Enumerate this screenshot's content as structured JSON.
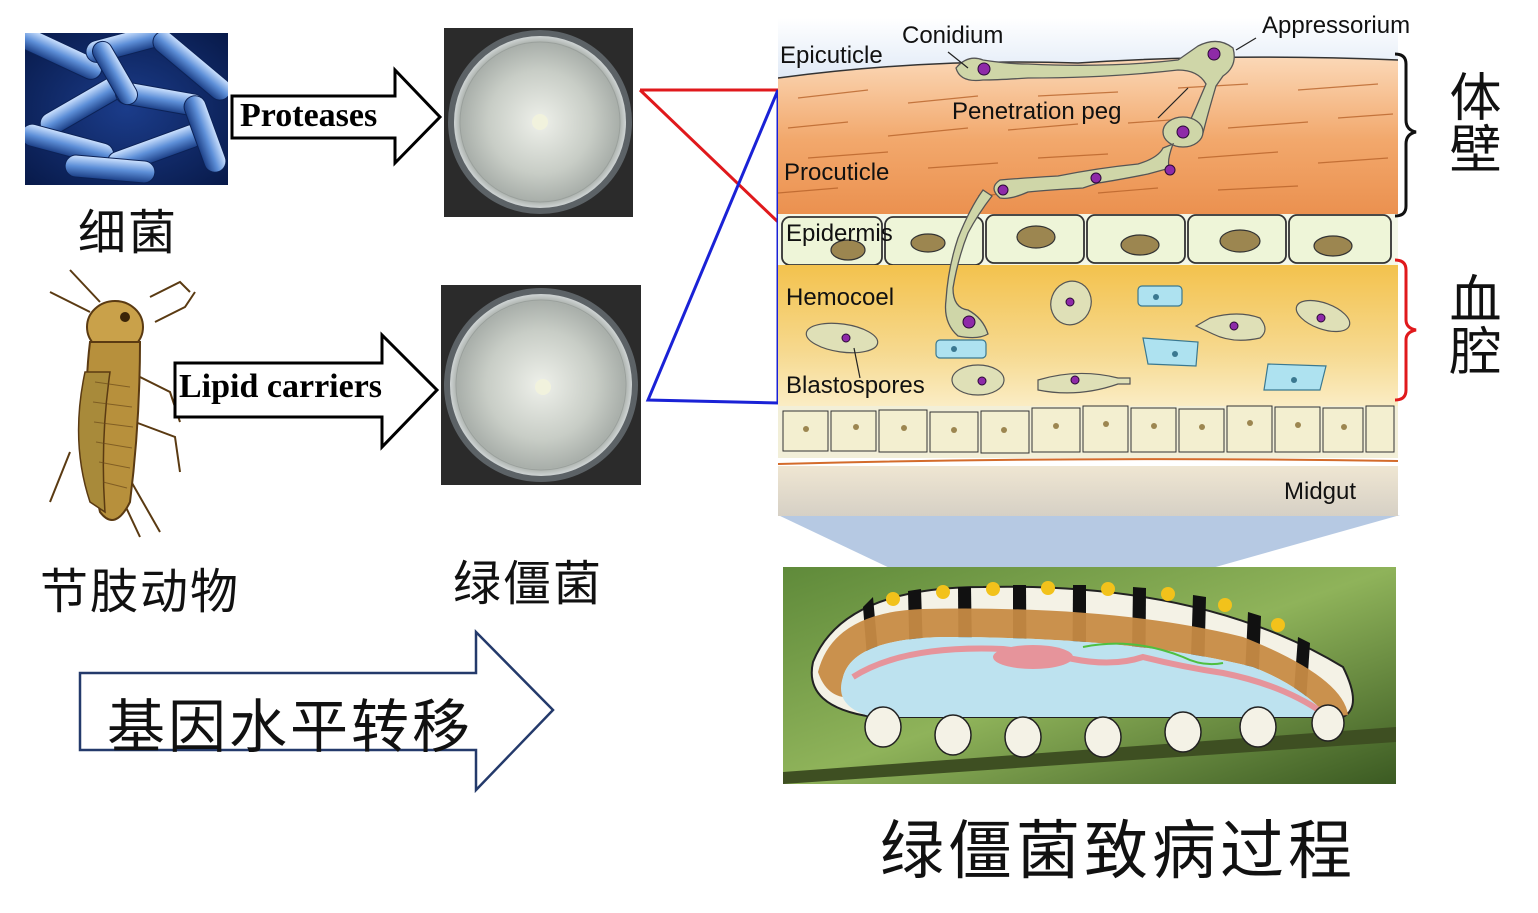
{
  "left": {
    "bacteria_label": "细菌",
    "arthropod_label": "节肢动物",
    "fungus_label": "绿僵菌",
    "arrow_top_label": "Proteases",
    "arrow_bottom_label": "Lipid carriers",
    "hgt_label": "基因水平转移"
  },
  "diagram": {
    "labels": {
      "conidium": "Conidium",
      "appressorium": "Appressorium",
      "epicuticle": "Epicuticle",
      "penetration_peg": "Penetration peg",
      "procuticle": "Procuticle",
      "epidermis": "Epidermis",
      "hemocoel": "Hemocoel",
      "blastospores": "Blastospores",
      "midgut": "Midgut"
    },
    "body_wall_label": "体壁",
    "hemocoel_cn_label": "血腔"
  },
  "caption": "绿僵菌致病过程",
  "colors": {
    "red_connector": "#e0191c",
    "blue_connector": "#1a22d6",
    "cuticle": "#f0a56a",
    "epidermis": "#eef5d8",
    "hemocoel": "#f4c95a",
    "spore": "#8e2aa8"
  }
}
